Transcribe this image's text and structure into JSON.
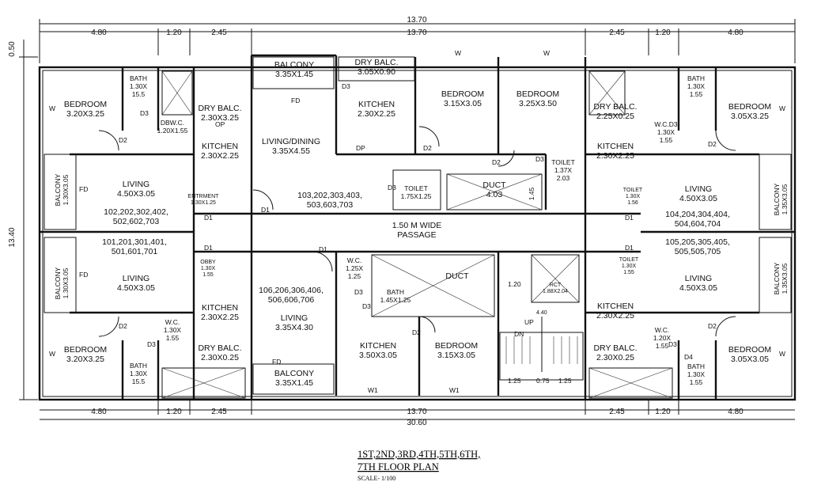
{
  "dimensions": {
    "top_total": "13.70",
    "top_mid": "13.70",
    "top_left": [
      "4.80",
      "1.20",
      "2.45"
    ],
    "top_right": [
      "2.45",
      "1.20",
      "4.80"
    ],
    "left_top": "0.50",
    "left_total": "13.40",
    "bottom_left": [
      "4.80",
      "1.20",
      "2.45"
    ],
    "bottom_mid": "13.70",
    "bottom_right": [
      "2.45",
      "1.20",
      "4.80"
    ],
    "bottom_total": "30.60"
  },
  "rooms": [
    {
      "id": "bed-tl",
      "l1": "BEDROOM",
      "l2": "3.20X3.25"
    },
    {
      "id": "bath-tl",
      "l1": "BATH",
      "l2": "1.30X",
      "l3": "15.5"
    },
    {
      "id": "drybalc-tl",
      "l1": "DRY BALC.",
      "l2": "2.30X3.25"
    },
    {
      "id": "wc-tl",
      "l1": "DBW.C.",
      "l2": "1.20X1.55"
    },
    {
      "id": "kitchen-tl",
      "l1": "KITCHEN",
      "l2": "2.30X2.25"
    },
    {
      "id": "balcony-lt",
      "l1": "BALCONY",
      "l2": "1.30X3.05"
    },
    {
      "id": "living-tl",
      "l1": "LIVING",
      "l2": "4.50X3.05"
    },
    {
      "id": "units-tl",
      "l1": "102,202,302,402,",
      "l2": "502,602,703"
    },
    {
      "id": "entry-tl",
      "l1": "ENTRMENT",
      "l2": "1.30X1.25"
    },
    {
      "id": "balcony-tc",
      "l1": "BALCONY",
      "l2": "3.35X1.45"
    },
    {
      "id": "drybalc-tc",
      "l1": "DRY BALC.",
      "l2": "3.05X0.90"
    },
    {
      "id": "livingdining",
      "l1": "LIVING/DINING",
      "l2": "3.35X4.55"
    },
    {
      "id": "kitchen-tc",
      "l1": "KITCHEN",
      "l2": "2.30X2.25"
    },
    {
      "id": "bed-tc1",
      "l1": "BEDROOM",
      "l2": "3.15X3.05"
    },
    {
      "id": "bed-tc2",
      "l1": "BEDROOM",
      "l2": "3.25X3.50"
    },
    {
      "id": "toilet-tc",
      "l1": "TOILET",
      "l2": "1.37X",
      "l3": "2.03"
    },
    {
      "id": "toilet-tc2",
      "l1": "TOILET",
      "l2": "1.75X1.25"
    },
    {
      "id": "duct-t",
      "l1": "DUCT",
      "l2": "4.03"
    },
    {
      "id": "units-tc",
      "l1": "103,202,303,403,",
      "l2": "503,603,703"
    },
    {
      "id": "passage",
      "l1": "1.50 M WIDE",
      "l2": "PASSAGE"
    },
    {
      "id": "units-bl",
      "l1": "101,201,301,401,",
      "l2": "501,601,701"
    },
    {
      "id": "living-bl",
      "l1": "LIVING",
      "l2": "4.50X3.05"
    },
    {
      "id": "balcony-lb",
      "l1": "BALCONY",
      "l2": "1.30X3.05"
    },
    {
      "id": "lobby-bl",
      "l1": "OBBY",
      "l2": "1.30X",
      "l3": "1.55"
    },
    {
      "id": "kitchen-bl",
      "l1": "KITCHEN",
      "l2": "2.30X2.25"
    },
    {
      "id": "wc-bl",
      "l1": "W.C.",
      "l2": "1.30X",
      "l3": "1.55"
    },
    {
      "id": "drybalc-bl",
      "l1": "DRY BALC.",
      "l2": "2.30X0.25"
    },
    {
      "id": "bed-bl",
      "l1": "BEDROOM",
      "l2": "3.20X3.25"
    },
    {
      "id": "bath-bl",
      "l1": "BATH",
      "l2": "1.30X",
      "l3": "15.5"
    },
    {
      "id": "units-bc",
      "l1": "106,206,306,406,",
      "l2": "506,606,706"
    },
    {
      "id": "living-bc",
      "l1": "LIVING",
      "l2": "3.35X4.30"
    },
    {
      "id": "balcony-bc",
      "l1": "BALCONY",
      "l2": "3.35X1.45"
    },
    {
      "id": "wc-bc",
      "l1": "W.C.",
      "l2": "1.25X",
      "l3": "1.25"
    },
    {
      "id": "bath-bc",
      "l1": "BATH",
      "l2": "1.45X1.25"
    },
    {
      "id": "duct-b",
      "l1": "DUCT",
      "l2": ""
    },
    {
      "id": "kitchen-bc",
      "l1": "KITCHEN",
      "l2": "3.50X3.05"
    },
    {
      "id": "bed-bc",
      "l1": "BEDROOM",
      "l2": "3.15X3.05"
    },
    {
      "id": "lift",
      "l1": "RCT",
      "l2": "1.88X2.04"
    },
    {
      "id": "drybalc-tr",
      "l1": "DRY BALC.",
      "l2": "2.25X0.25"
    },
    {
      "id": "wc-tr",
      "l1": "W.C.D3",
      "l2": "1.30X",
      "l3": "1.55"
    },
    {
      "id": "kitchen-tr",
      "l1": "KITCHEN",
      "l2": "2.30X2.25"
    },
    {
      "id": "bath-tr",
      "l1": "BATH",
      "l2": "1.30X",
      "l3": "1.55"
    },
    {
      "id": "bed-tr",
      "l1": "BEDROOM",
      "l2": "3.05X3.25"
    },
    {
      "id": "living-tr",
      "l1": "LIVING",
      "l2": "4.50X3.05"
    },
    {
      "id": "units-tr",
      "l1": "104,204,304,404,",
      "l2": "504,604,704"
    },
    {
      "id": "balcony-rt",
      "l1": "BALCONY",
      "l2": "1.35X3.05"
    },
    {
      "id": "toilet-tr",
      "l1": "TOILET",
      "l2": "1.30X",
      "l3": "1.56"
    },
    {
      "id": "units-br",
      "l1": "105,205,305,405,",
      "l2": "505,505,705"
    },
    {
      "id": "living-br",
      "l1": "LIVING",
      "l2": "4.50X3.05"
    },
    {
      "id": "balcony-rb",
      "l1": "BALCONY",
      "l2": "1.35X3.05"
    },
    {
      "id": "toilet-br",
      "l1": "TOILET",
      "l2": "1.30X",
      "l3": "1.55"
    },
    {
      "id": "kitchen-br",
      "l1": "KITCHEN",
      "l2": "2.30X2.25"
    },
    {
      "id": "wc-br",
      "l1": "W.C.",
      "l2": "1.20X",
      "l3": "1.55"
    },
    {
      "id": "drybalc-br",
      "l1": "DRY BALC.",
      "l2": "2.30X0.25"
    },
    {
      "id": "bath-br",
      "l1": "BATH",
      "l2": "1.30X",
      "l3": "1.55"
    },
    {
      "id": "bed-br",
      "l1": "BEDROOM",
      "l2": "3.05X3.05"
    }
  ],
  "stair": {
    "w1": "1.25",
    "w2": "0.75",
    "w3": "1.25",
    "up": "UP",
    "dn": "DN",
    "h": "1.20",
    "landing": "4.40"
  },
  "labels": {
    "fd": "FD",
    "dp": "DP",
    "op": "OP",
    "w": "W",
    "w1": "W1",
    "d1": "D1",
    "d2": "D2",
    "d3": "D3",
    "d4": "D4",
    "h145": "1.45"
  },
  "caption": {
    "line1": "1ST,2ND,3RD,4TH,5TH,6TH,",
    "line2": "7TH FLOOR PLAN",
    "scale": "SCALE- 1/100"
  }
}
